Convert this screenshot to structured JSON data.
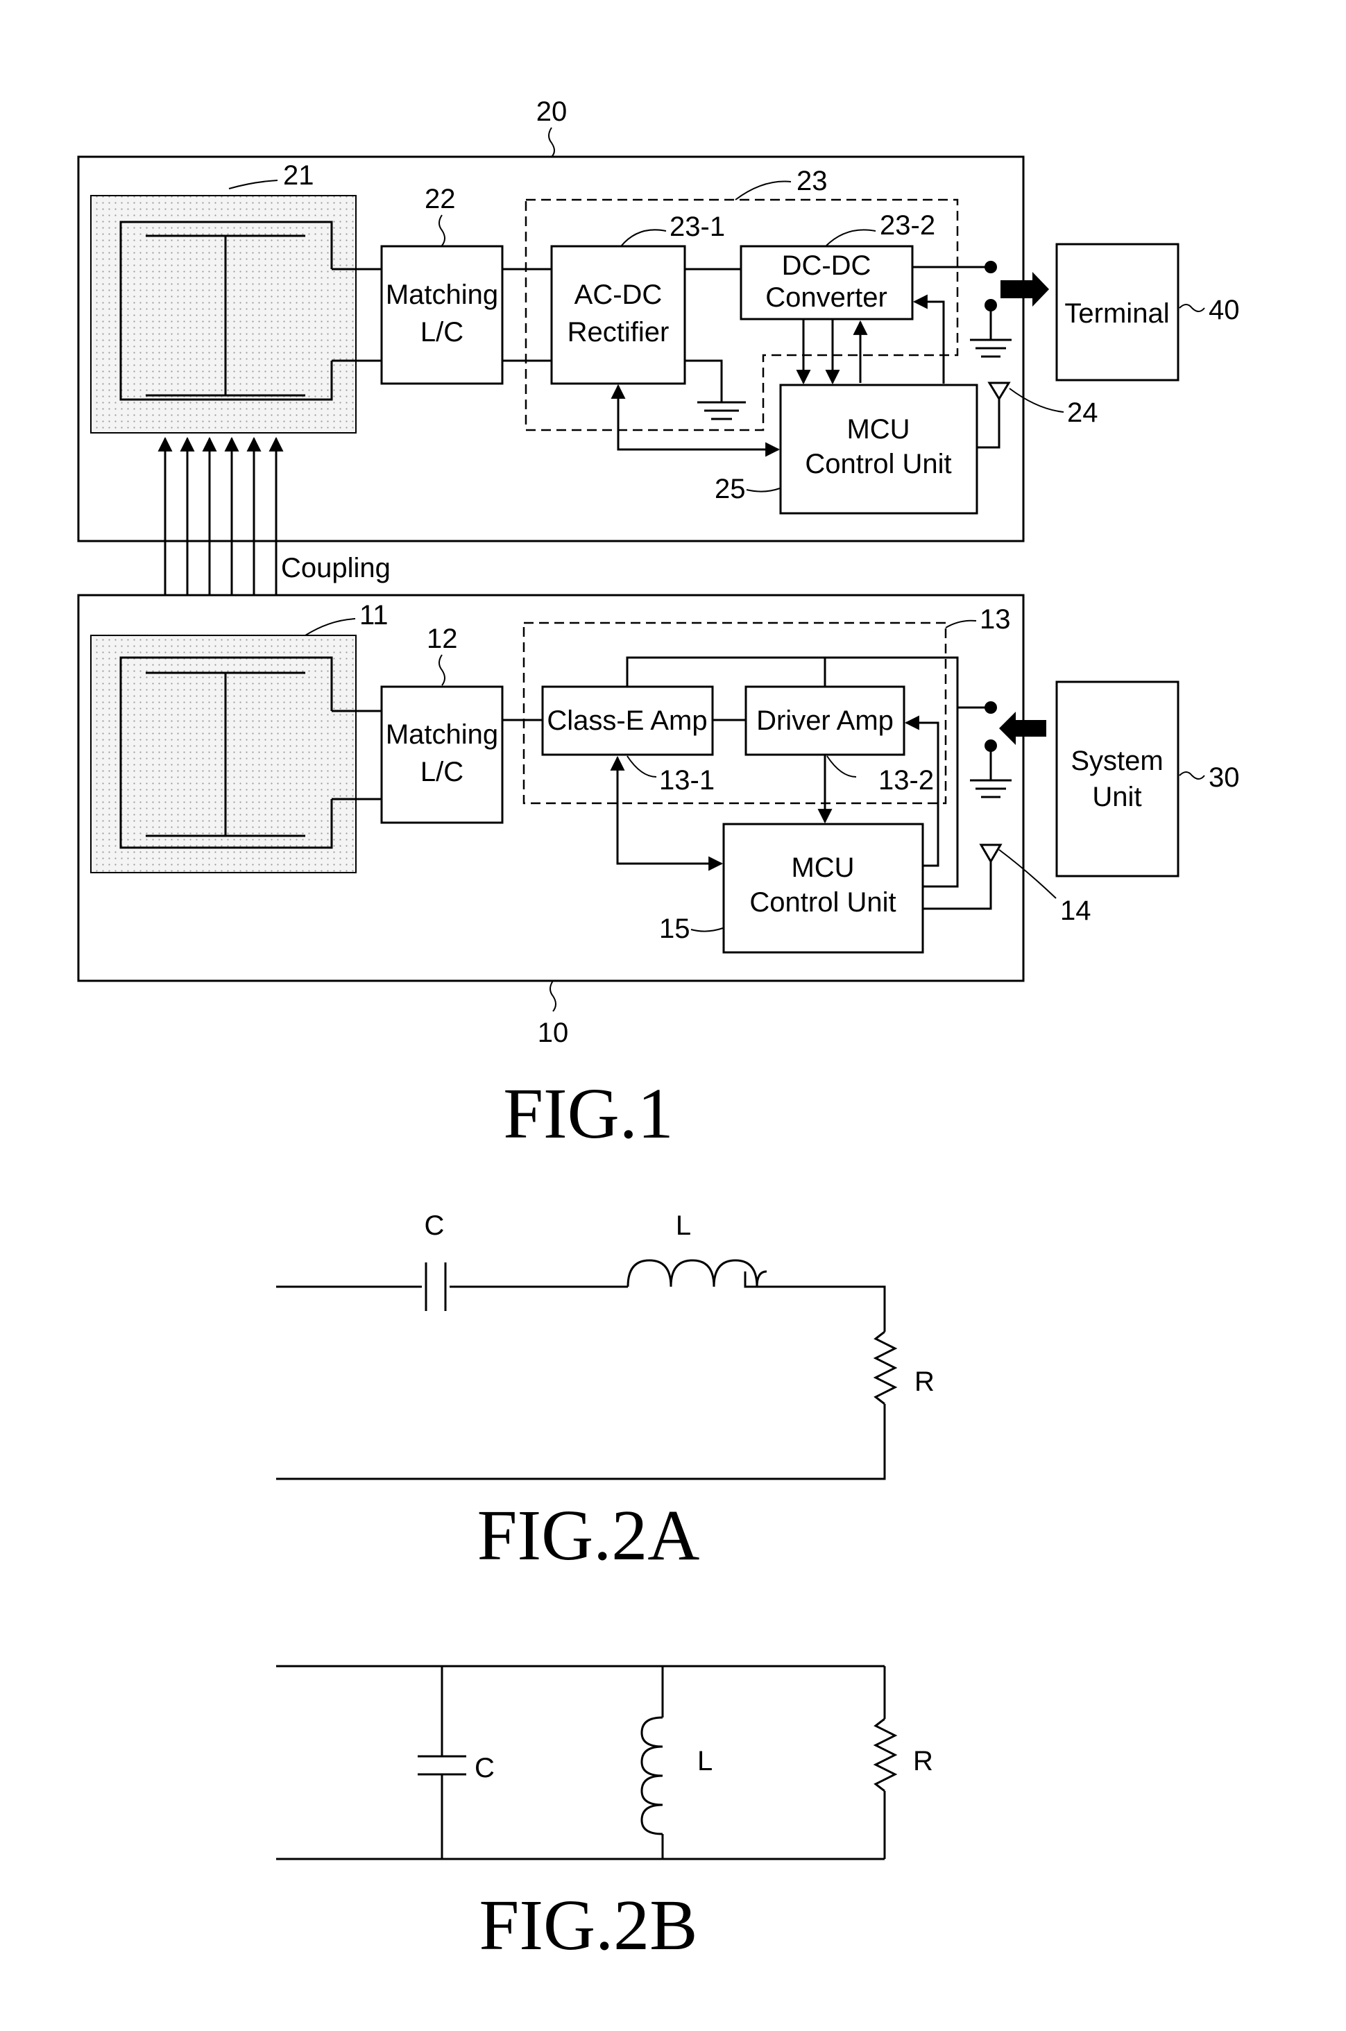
{
  "fig1": {
    "receiver": {
      "ref": "20",
      "resonator_ref": "21",
      "matching": {
        "ref": "22",
        "line1": "Matching",
        "line2": "L/C"
      },
      "converter_group_ref": "23",
      "rectifier": {
        "ref": "23-1",
        "line1": "AC-DC",
        "line2": "Rectifier"
      },
      "dcdc": {
        "ref": "23-2",
        "line1": "DC-DC",
        "line2": "Converter"
      },
      "antenna_ref": "24",
      "mcu": {
        "ref": "25",
        "line1": "MCU",
        "line2": "Control Unit"
      }
    },
    "terminal": {
      "ref": "40",
      "label": "Terminal"
    },
    "coupling_label": "Coupling",
    "transmitter": {
      "ref": "10",
      "resonator_ref": "11",
      "matching": {
        "ref": "12",
        "line1": "Matching",
        "line2": "L/C"
      },
      "amp_group_ref": "13",
      "class_e": {
        "ref": "13-1",
        "label": "Class-E Amp"
      },
      "driver": {
        "ref": "13-2",
        "label": "Driver Amp"
      },
      "antenna_ref": "14",
      "mcu": {
        "ref": "15",
        "line1": "MCU",
        "line2": "Control Unit"
      }
    },
    "system_unit": {
      "ref": "30",
      "line1": "System",
      "line2": "Unit"
    },
    "caption": "FIG.1"
  },
  "fig2a": {
    "c_label": "C",
    "l_label": "L",
    "r_label": "R",
    "caption": "FIG.2A"
  },
  "fig2b": {
    "c_label": "C",
    "l_label": "L",
    "r_label": "R",
    "caption": "FIG.2B"
  }
}
